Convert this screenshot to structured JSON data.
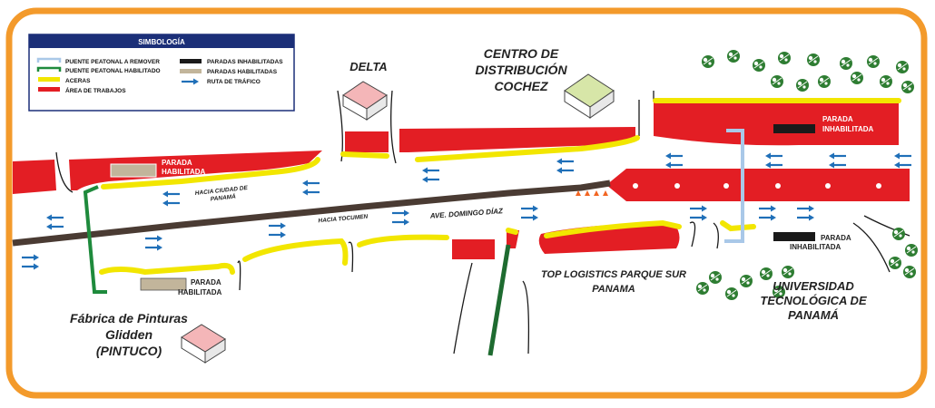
{
  "legend": {
    "title": "SIMBOLOGÍA",
    "items": [
      {
        "label": "PUENTE PEATONAL A REMOVER",
        "symbol": "bridge-remove",
        "color": "#a9c8e8"
      },
      {
        "label": "PUENTE PEATONAL HABILITADO",
        "symbol": "bridge-enabled",
        "color": "#1e8a3c"
      },
      {
        "label": "ACERAS",
        "symbol": "sidewalk",
        "color": "#f2e600"
      },
      {
        "label": "ÁREA DE TRABAJOS",
        "symbol": "work-area",
        "color": "#e31e24"
      },
      {
        "label": "PARADAS INHABILITADAS",
        "symbol": "stop-disabled",
        "color": "#1a1a1a"
      },
      {
        "label": "PARADAS HABILITADAS",
        "symbol": "stop-enabled",
        "color": "#c2b59b"
      },
      {
        "label": "RUTA DE TRÁFICO",
        "symbol": "traffic-route",
        "color": "#1f6fb8"
      }
    ]
  },
  "places": {
    "delta": "DELTA",
    "centro_line1": "CENTRO DE",
    "centro_line2": "DISTRIBUCIÓN",
    "centro_line3": "COCHEZ",
    "top_line1": "TOP LOGISTICS PARQUE SUR",
    "top_line2": "PANAMA",
    "utp_line1": "UNIVERSIDAD",
    "utp_line2": "TECNOLÓGICA DE",
    "utp_line3": "PANAMÁ",
    "glidden_line1": "Fábrica de Pinturas",
    "glidden_line2": "Glidden",
    "glidden_line3": "(PINTUCO)"
  },
  "roads": {
    "hacia_ciudad_line1": "HACIA CIUDAD DE",
    "hacia_ciudad_line2": "PANAMÁ",
    "hacia_tocumen": "HACIA TOCUMEN",
    "ave_domingo": "AVE. DOMINGO DÍAZ"
  },
  "stops": {
    "parada": "PARADA",
    "habilitada": "HABILITADA",
    "inhabilitada": "INHABILITADA"
  },
  "colors": {
    "frame": "#f39a2b",
    "work_area": "#e31e24",
    "sidewalk": "#f2e600",
    "median": "#4a3b33",
    "arrow": "#1f6fb8",
    "tree": "#2e7d32",
    "building_pink": "#f4b6b8",
    "building_green": "#d7e6a8"
  }
}
